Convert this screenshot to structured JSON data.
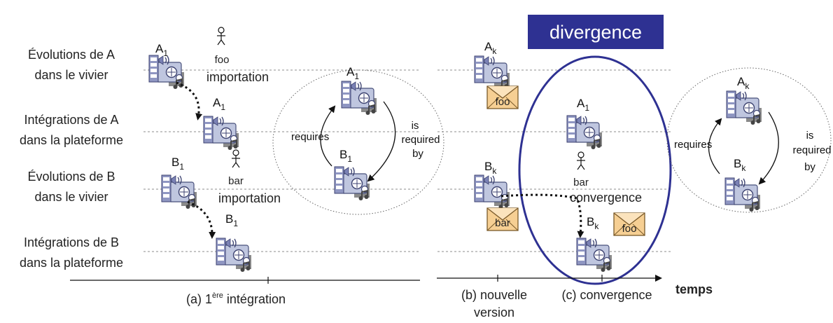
{
  "rows": [
    {
      "line1": "Évolutions de A",
      "line2": "dans le vivier"
    },
    {
      "line1": "Intégrations de A",
      "line2": "dans la plateforme"
    },
    {
      "line1": "Évolutions de B",
      "line2": "dans le vivier"
    },
    {
      "line1": "Intégrations de B",
      "line2": "dans la plateforme"
    }
  ],
  "actors": {
    "foo": "foo",
    "bar": "bar"
  },
  "events": {
    "importation": "importation",
    "convergence": "convergence"
  },
  "components": {
    "A": "A",
    "B": "B",
    "sub1": "1",
    "subk": "k"
  },
  "loop": {
    "requires": "requires",
    "is": "is",
    "required": "required",
    "by": "by"
  },
  "mail_labels": {
    "foo": "foo",
    "bar": "bar"
  },
  "divergence": "divergence",
  "phases": {
    "a_prefix": "(a) 1",
    "a_sup": "ère",
    "a_suffix": " intégration",
    "b_line1": "(b) nouvelle",
    "b_line2": "version",
    "c": "(c) convergence",
    "axis": "temps"
  },
  "colors": {
    "divergence_box": "#2e3192",
    "divergence_ellipse": "#2e3192",
    "dashed_line": "#8c8c8c",
    "envelope": "#f6cf93"
  },
  "icons": [
    "component-icon",
    "actor-icon",
    "envelope-icon"
  ]
}
